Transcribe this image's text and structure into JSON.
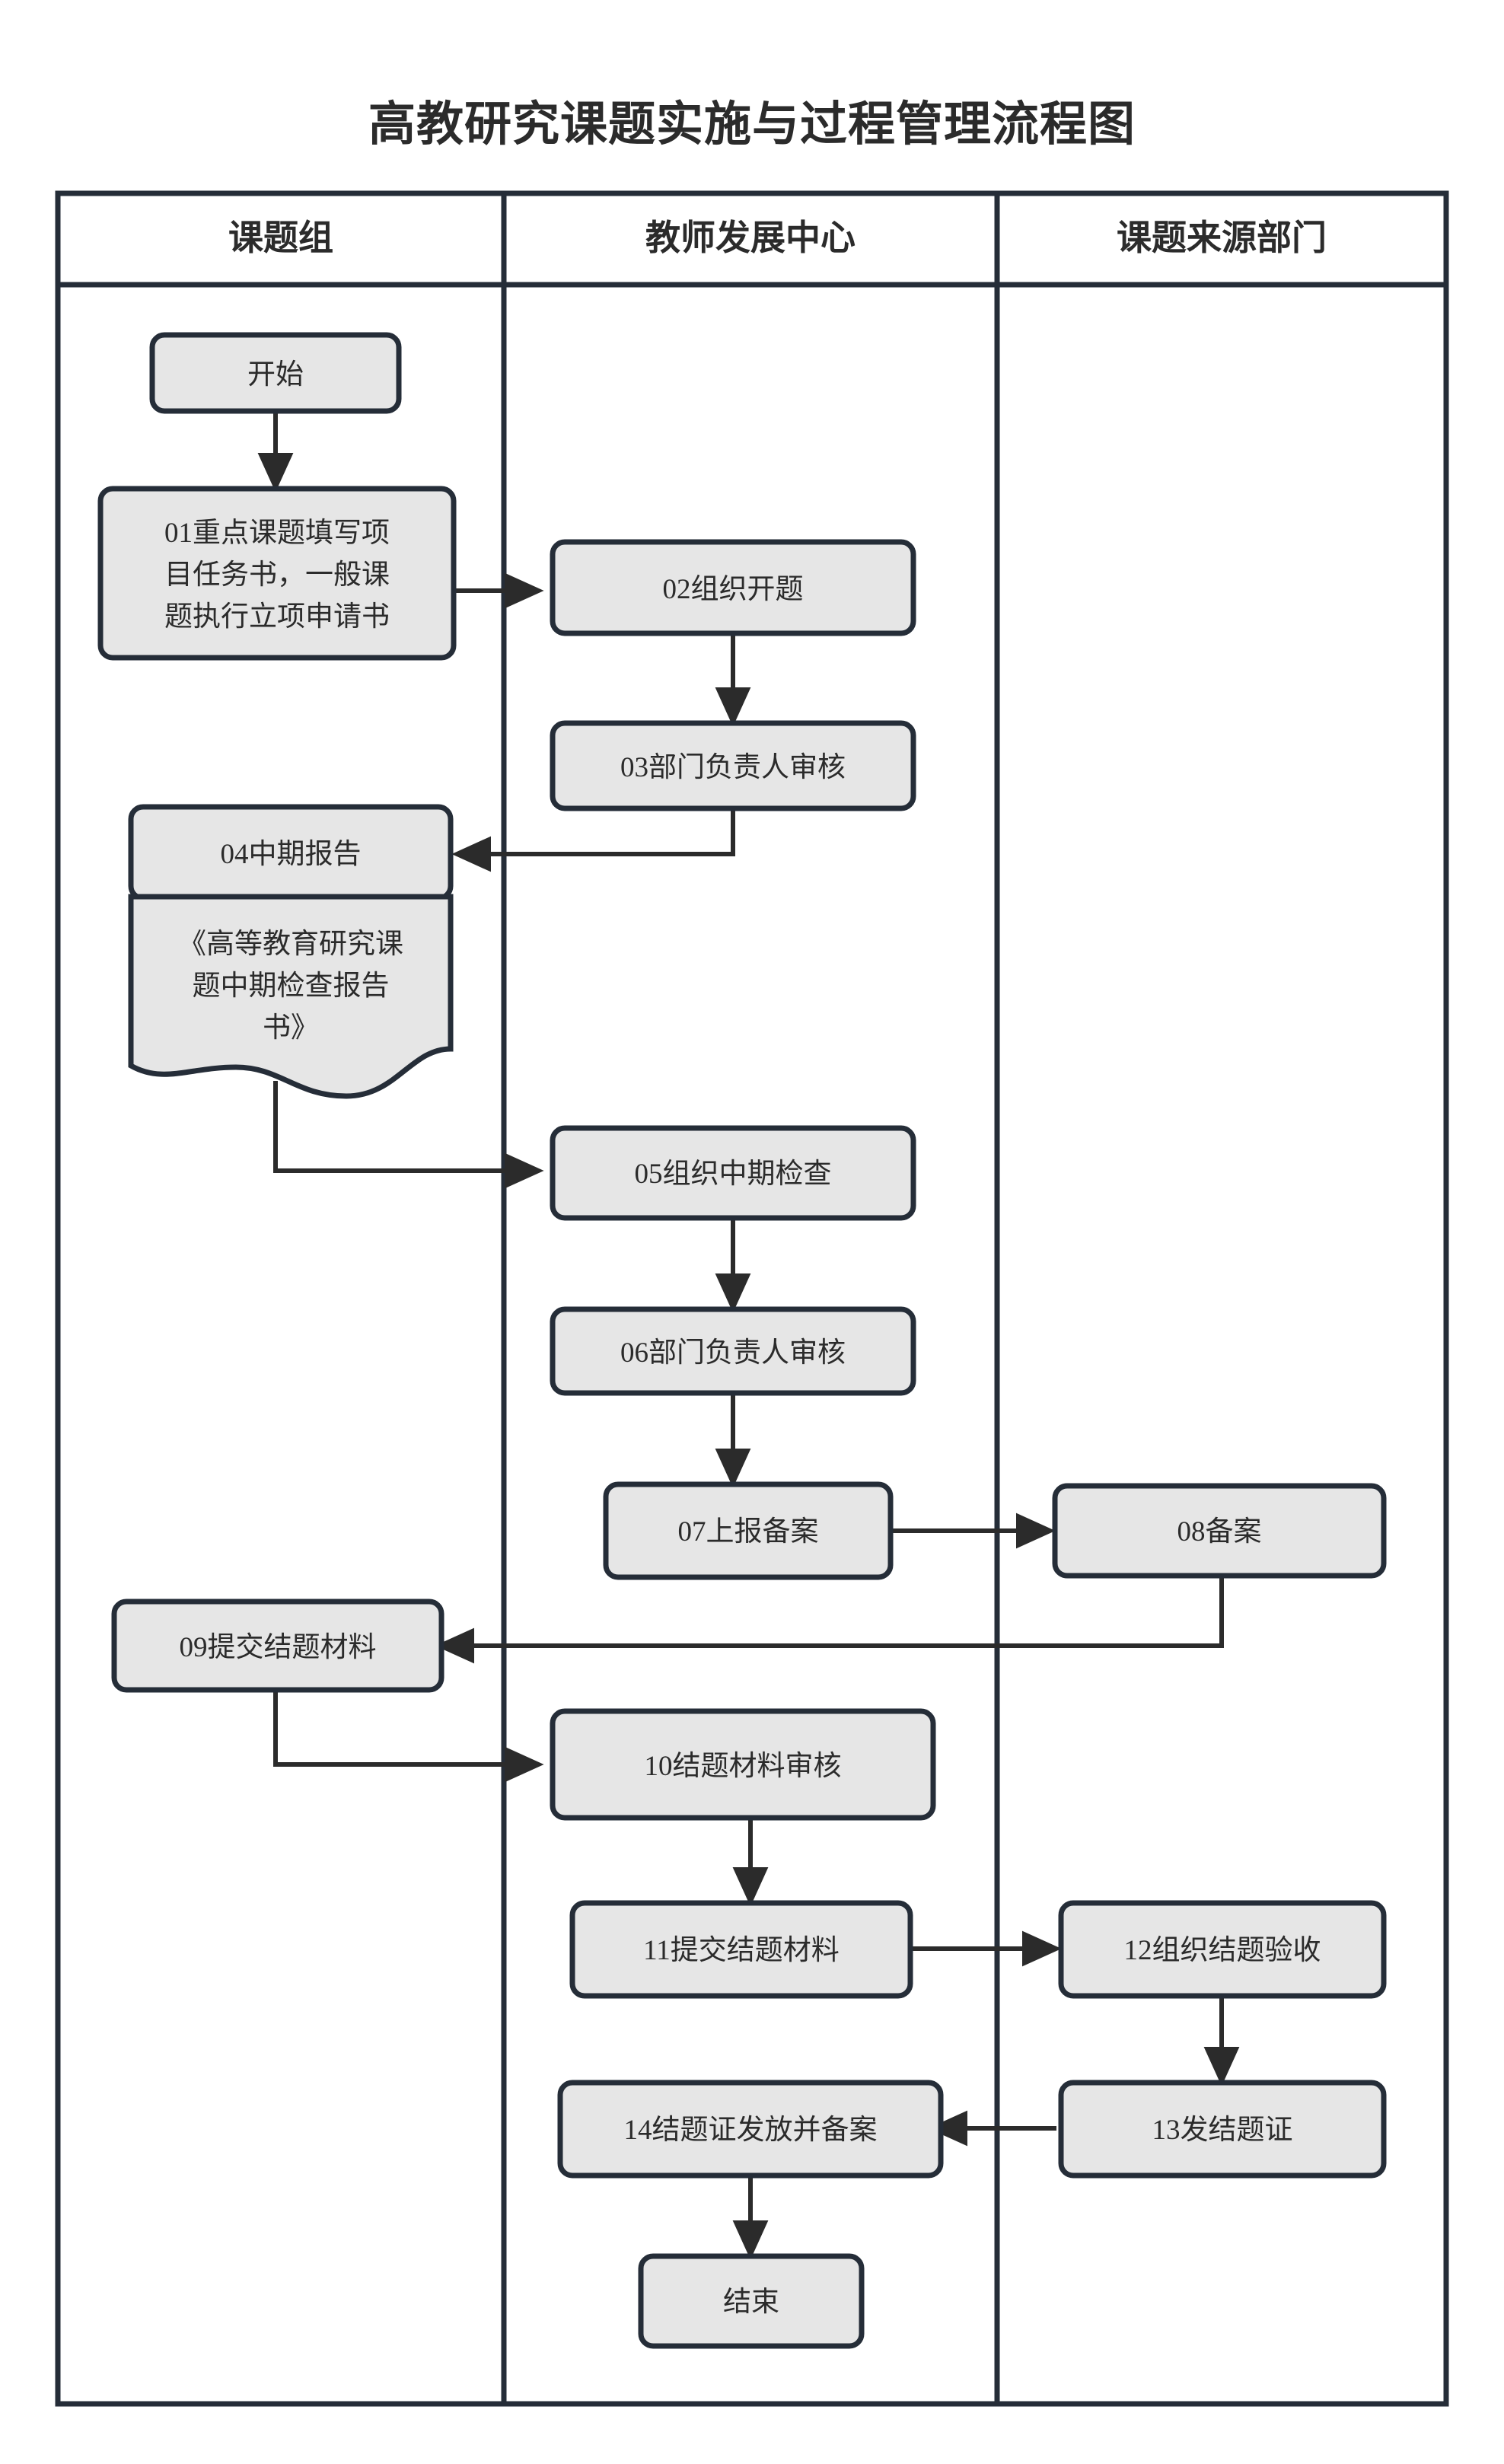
{
  "title": "高教研究课题实施与过程管理流程图",
  "lanes": [
    {
      "id": "lane-group",
      "label": "课题组"
    },
    {
      "id": "lane-center",
      "label": "教师发展中心"
    },
    {
      "id": "lane-source",
      "label": "课题来源部门"
    }
  ],
  "colors": {
    "node_fill": "#e6e6e6",
    "node_stroke": "#252d38",
    "text": "#2b2b2b",
    "frame": "#252d38",
    "background": "#ffffff"
  },
  "nodes": [
    {
      "id": "start",
      "lane": "lane-group",
      "shape": "rounded",
      "lines": [
        "开始"
      ]
    },
    {
      "id": "n01",
      "lane": "lane-group",
      "shape": "rounded",
      "lines": [
        "01重点课题填写项",
        "目任务书，一般课",
        "题执行立项申请书"
      ]
    },
    {
      "id": "n02",
      "lane": "lane-center",
      "shape": "rounded",
      "lines": [
        "02组织开题"
      ]
    },
    {
      "id": "n03",
      "lane": "lane-center",
      "shape": "rounded",
      "lines": [
        "03部门负责人审核"
      ]
    },
    {
      "id": "n04",
      "lane": "lane-group",
      "shape": "rounded",
      "lines": [
        "04中期报告"
      ]
    },
    {
      "id": "n04doc",
      "lane": "lane-group",
      "shape": "document",
      "lines": [
        "《高等教育研究课",
        "题中期检查报告",
        "书》"
      ]
    },
    {
      "id": "n05",
      "lane": "lane-center",
      "shape": "rounded",
      "lines": [
        "05组织中期检查"
      ]
    },
    {
      "id": "n06",
      "lane": "lane-center",
      "shape": "rounded",
      "lines": [
        "06部门负责人审核"
      ]
    },
    {
      "id": "n07",
      "lane": "lane-center",
      "shape": "rounded",
      "lines": [
        "07上报备案"
      ]
    },
    {
      "id": "n08",
      "lane": "lane-source",
      "shape": "rounded",
      "lines": [
        "08备案"
      ]
    },
    {
      "id": "n09",
      "lane": "lane-group",
      "shape": "rounded",
      "lines": [
        "09提交结题材料"
      ]
    },
    {
      "id": "n10",
      "lane": "lane-center",
      "shape": "rounded",
      "lines": [
        "10结题材料审核"
      ]
    },
    {
      "id": "n11",
      "lane": "lane-center",
      "shape": "rounded",
      "lines": [
        "11提交结题材料"
      ]
    },
    {
      "id": "n12",
      "lane": "lane-source",
      "shape": "rounded",
      "lines": [
        "12组织结题验收"
      ]
    },
    {
      "id": "n13",
      "lane": "lane-source",
      "shape": "rounded",
      "lines": [
        "13发结题证"
      ]
    },
    {
      "id": "n14",
      "lane": "lane-center",
      "shape": "rounded",
      "lines": [
        "14结题证发放并备案"
      ]
    },
    {
      "id": "end",
      "lane": "lane-center",
      "shape": "rounded",
      "lines": [
        "结束"
      ]
    }
  ],
  "edges": [
    {
      "from": "start",
      "to": "n01"
    },
    {
      "from": "n01",
      "to": "n02"
    },
    {
      "from": "n02",
      "to": "n03"
    },
    {
      "from": "n03",
      "to": "n04"
    },
    {
      "from": "n04doc",
      "to": "n05"
    },
    {
      "from": "n05",
      "to": "n06"
    },
    {
      "from": "n06",
      "to": "n07"
    },
    {
      "from": "n07",
      "to": "n08"
    },
    {
      "from": "n08",
      "to": "n09"
    },
    {
      "from": "n09",
      "to": "n10"
    },
    {
      "from": "n10",
      "to": "n11"
    },
    {
      "from": "n11",
      "to": "n12"
    },
    {
      "from": "n12",
      "to": "n13"
    },
    {
      "from": "n13",
      "to": "n14"
    },
    {
      "from": "n14",
      "to": "end"
    }
  ]
}
